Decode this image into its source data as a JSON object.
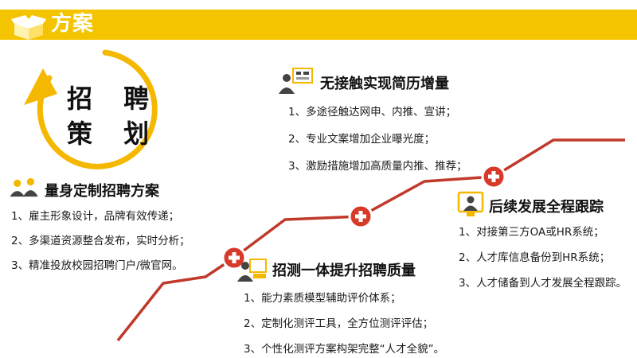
{
  "header": {
    "title": "方案"
  },
  "badge": {
    "line1": "招 聘",
    "line2": "策 划"
  },
  "sections": [
    {
      "title": "量身定制招聘方案",
      "items": [
        "1、雇主形象设计，品牌有效传递；",
        "2、多渠道资源整合发布，实时分析；",
        "3、精准投放校园招聘门户/微官网。"
      ]
    },
    {
      "title": "招测一体提升招聘质量",
      "items": [
        "1、能力素质模型辅助评价体系；",
        "2、定制化测评工具，全方位测评评估；",
        "3、个性化测评方案构架完整“人才全貌”。"
      ]
    },
    {
      "title": "无接触实现简历增量",
      "items": [
        "1、多途径触达网申、内推、宣讲；",
        "2、专业文案增加企业曝光度；",
        "3、激励措施增加高质量内推、推荐；"
      ]
    },
    {
      "title": "后续发展全程跟踪",
      "items": [
        "1、对接第三方OA或HR系统；",
        "2、人才库信息备份到HR系统；",
        "3、人才储备到人才发展全程跟踪。"
      ]
    }
  ],
  "colors": {
    "banner": "#f5c400",
    "accent_yellow": "#f5b800",
    "line_red": "#c0392b",
    "marker_red": "#d83a2a"
  },
  "icons": [
    "box-logo-icon",
    "person-group-icon",
    "person-screen-icon",
    "person-board-icon",
    "person-monitor-icon",
    "plus-marker-icon"
  ]
}
